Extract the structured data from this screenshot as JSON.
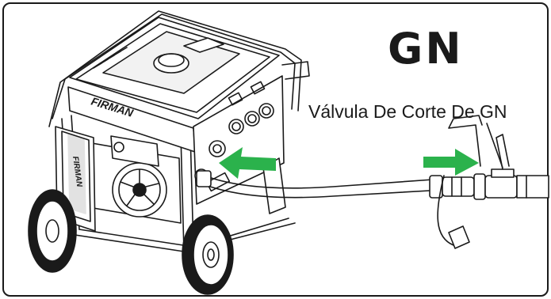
{
  "title": "GN",
  "valve_label": "Válvula De Corte De GN",
  "brand": "FIRMAN",
  "icons": {
    "generator": "generator-icon",
    "valve": "shutoff-valve-icon",
    "hose": "gas-hose-icon",
    "arrow_inlet": "green-arrow-left-icon",
    "arrow_valve": "green-arrow-right-icon"
  },
  "colors": {
    "arrow": "#2bb24c",
    "line": "#1a1a1a",
    "frame": "#1a1a1a"
  }
}
